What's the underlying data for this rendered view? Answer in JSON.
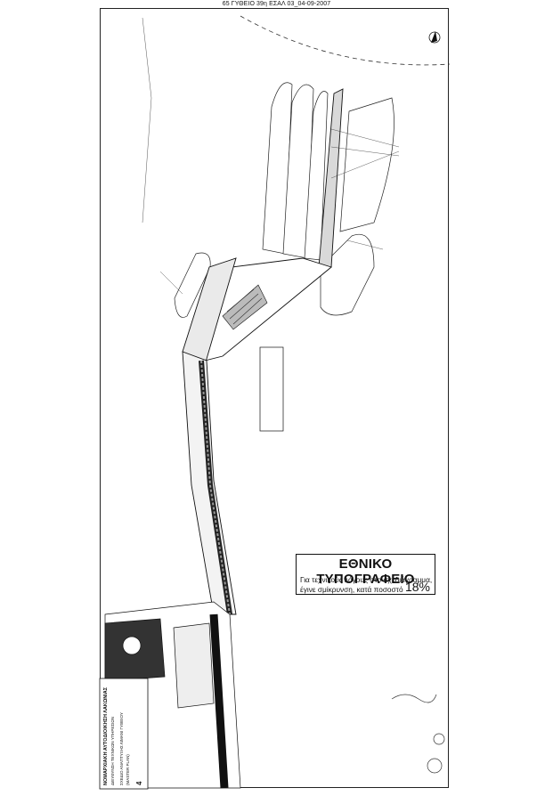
{
  "header": {
    "text": "65 ΓΥΘΕΙΟ 39η ΕΣΑΛ 03_04-09-2007"
  },
  "stamp": {
    "title": "ΕΘΝΙΚΟ ΤΥΠΟΓΡΑΦΕΙΟ",
    "line1": "Για τεχνικούς λόγους στο σχεδιάγραμμα,",
    "line2": "έγινε σμίκρυνση, κατά ποσοστό",
    "percent": "18%"
  },
  "title_block": {
    "authority": "ΝΟΜΑΡΧΙΑΚΗ ΑΥΤΟΔΙΟΙΚΗΣΗ ΛΑΚΩΝΙΑΣ",
    "service": "ΔΙΕΥΘΥΝΣΗ ΤΕΧΝΙΚΩΝ ΥΠΗΡΕΣΙΩΝ",
    "plan": "ΣΧΕΔΙΟ ΑΝΑΠΤΥΞΗΣ ΛΙΜΑΝΙ ΓΥΘΕΙΟΥ",
    "plan_sub": "(MASTER PLAN)",
    "sheet_number": "4"
  },
  "colors": {
    "ink": "#111111",
    "paper": "#ffffff",
    "hatch": "#6b6b6b"
  }
}
